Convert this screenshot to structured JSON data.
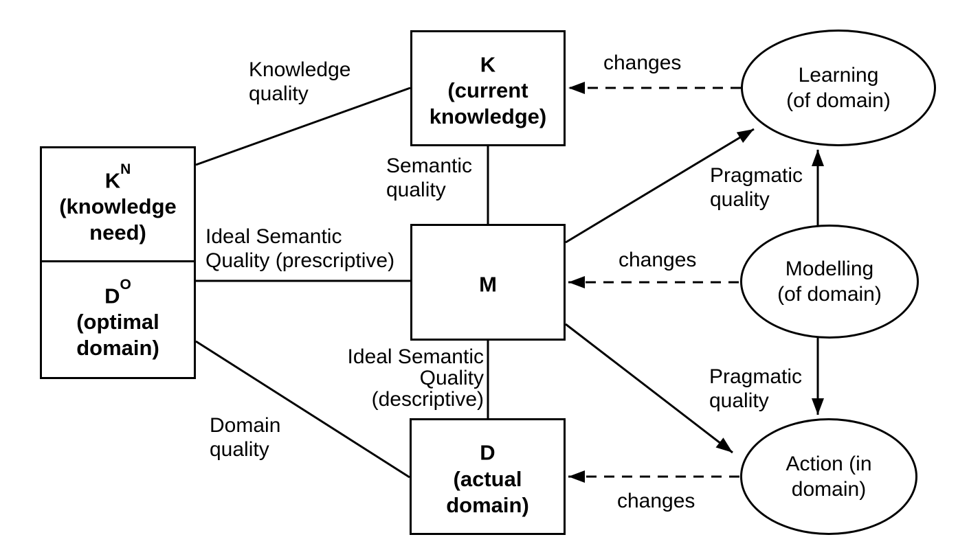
{
  "diagram": {
    "boxes": {
      "k": {
        "symbol": "K",
        "sup": "",
        "line2": "(current",
        "line3": "knowledge)"
      },
      "kn": {
        "symbol": "K",
        "sup": "N",
        "line2": "(knowledge",
        "line3": "need)"
      },
      "do": {
        "symbol": "D",
        "sup": "O",
        "line2": "(optimal",
        "line3": "domain)"
      },
      "m": {
        "symbol": "M",
        "sup": "",
        "line2": "",
        "line3": ""
      },
      "d": {
        "symbol": "D",
        "sup": "",
        "line2": "(actual",
        "line3": "domain)"
      }
    },
    "ellipses": {
      "learning": {
        "line1": "Learning",
        "line2": "(of domain)"
      },
      "modelling": {
        "line1": "Modelling",
        "line2": "(of domain)"
      },
      "action": {
        "line1": "Action (in",
        "line2": "domain)"
      }
    },
    "edge_labels": {
      "knowledge_quality": {
        "line1": "Knowledge",
        "line2": "quality"
      },
      "semantic_quality": {
        "line1": "Semantic",
        "line2": "quality"
      },
      "ideal_semantic_prescriptive": {
        "line1": "Ideal Semantic",
        "line2": "Quality (prescriptive)"
      },
      "ideal_semantic_descriptive": {
        "line1": "Ideal Semantic",
        "line2": "Quality",
        "line3": "(descriptive)"
      },
      "domain_quality": {
        "line1": "Domain",
        "line2": "quality"
      },
      "pragmatic_quality_top": {
        "line1": "Pragmatic",
        "line2": "quality"
      },
      "pragmatic_quality_bottom": {
        "line1": "Pragmatic",
        "line2": "quality"
      },
      "changes_top": "changes",
      "changes_middle": "changes",
      "changes_bottom": "changes"
    },
    "colors": {
      "stroke": "#000000",
      "background": "#ffffff",
      "text": "#000000"
    }
  }
}
